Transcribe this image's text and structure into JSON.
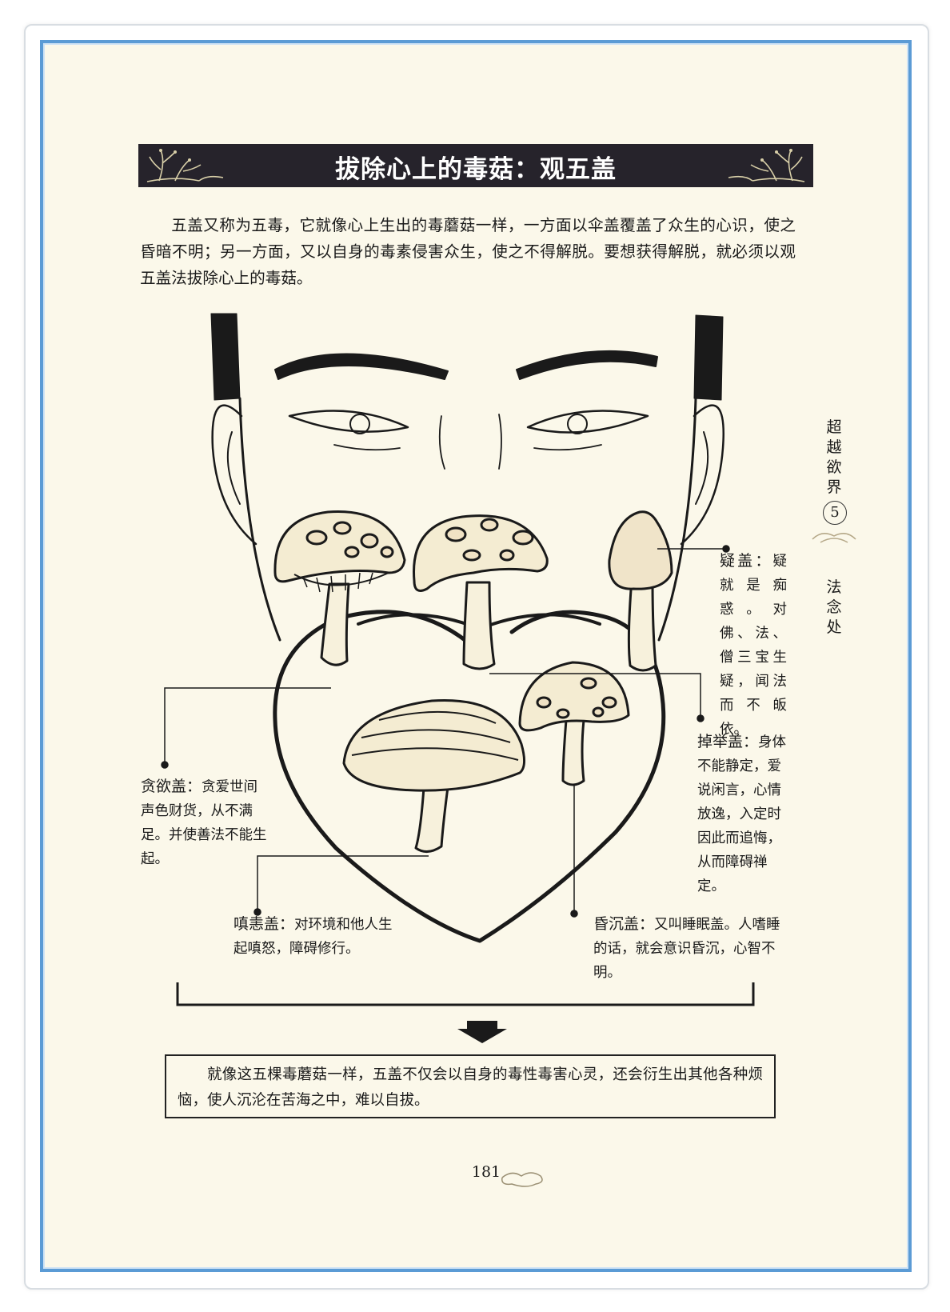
{
  "title": "拔除心上的毒菇：观五盖",
  "intro": "五盖又称为五毒，它就像心上生出的毒蘑菇一样，一方面以伞盖覆盖了众生的心识，使之昏暗不明；另一方面，又以自身的毒素侵害众生，使之不得解脱。要想获得解脱，就必须以观五盖法拔除心上的毒菇。",
  "labels": {
    "doubt": {
      "term": "疑盖：",
      "text": "疑就是痴惑。对佛、法、僧三宝生疑，闻法而不皈依。"
    },
    "restless": {
      "term": "掉举盖：",
      "text": "身体不能静定，爱说闲言，心情放逸，入定时因此而追悔，从而障碍禅定。"
    },
    "greed": {
      "term": "贪欲盖：",
      "text": "贪爱世间声色财货，从不满足。并使善法不能生起。"
    },
    "anger": {
      "term": "嗔恚盖：",
      "text": "对环境和他人生起嗔怒，障碍修行。"
    },
    "sloth": {
      "term": "昏沉盖：",
      "text": "又叫睡眠盖。人嗜睡的话，就会意识昏沉，心智不明。"
    }
  },
  "conclusion": "就像这五棵毒蘑菇一样，五盖不仅会以自身的毒性毒害心灵，还会衍生出其他各种烦恼，使人沉沦在苦海之中，难以自拔。",
  "side_tab": {
    "chapter": "超越欲界",
    "number": "5",
    "section": "法念处"
  },
  "page_number": "181",
  "colors": {
    "frame": "#5b9bd5",
    "paper": "#fbf8ea",
    "banner": "#26232b",
    "ink": "#1a1a1a"
  }
}
